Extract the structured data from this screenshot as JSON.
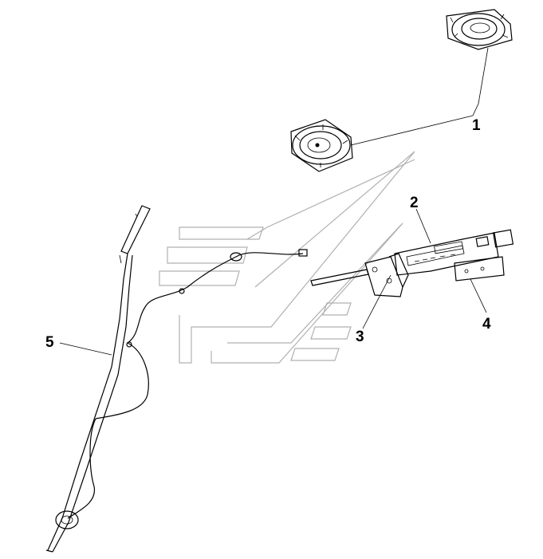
{
  "diagram": {
    "callouts": [
      {
        "id": "1",
        "label": "1",
        "part": "speaker"
      },
      {
        "id": "2",
        "label": "2",
        "part": "radio"
      },
      {
        "id": "3",
        "label": "3",
        "part": "bracket"
      },
      {
        "id": "4",
        "label": "4",
        "part": "mounting-plate"
      },
      {
        "id": "5",
        "label": "5",
        "part": "antenna-cable"
      }
    ]
  }
}
